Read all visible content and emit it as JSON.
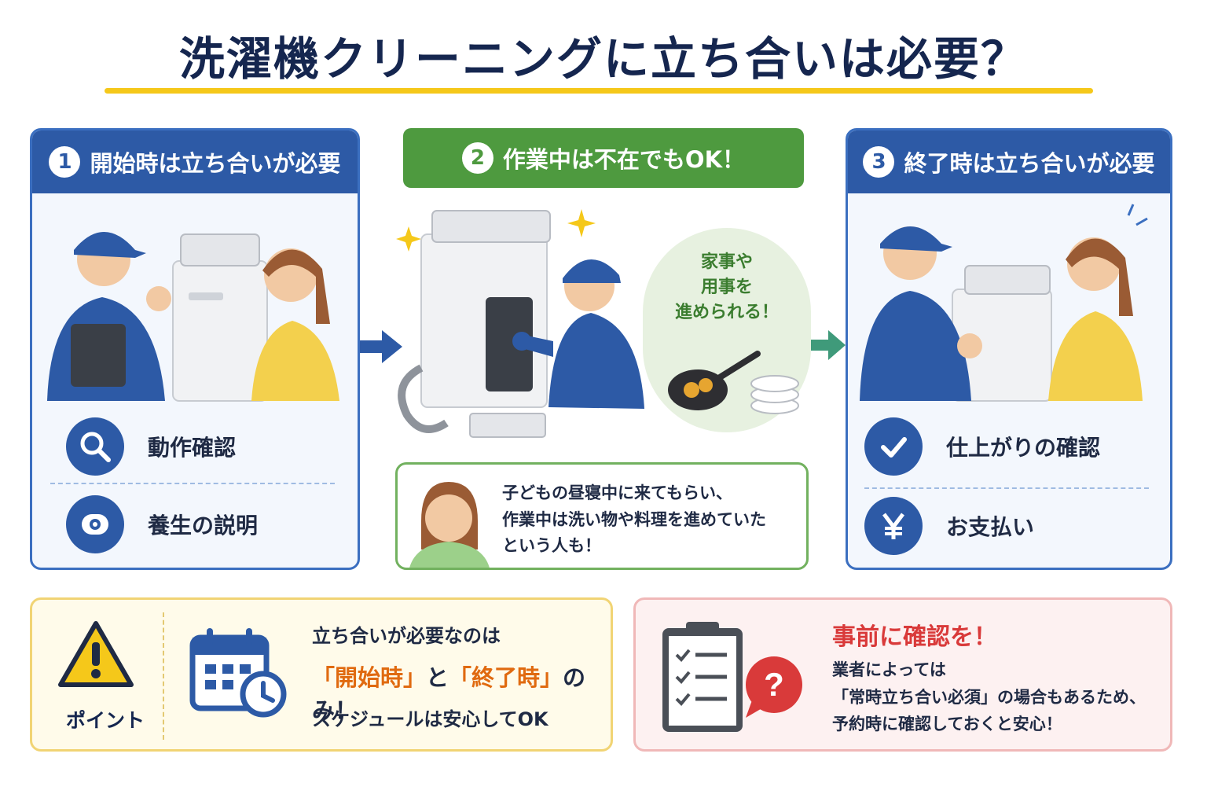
{
  "title": "洗濯機クリーニングに立ち合いは必要？",
  "steps": [
    {
      "number": "1",
      "header": "開始時は立ち合いが必要",
      "items": [
        {
          "label": "動作確認",
          "icon": "search-icon"
        },
        {
          "label": "養生の説明",
          "icon": "tape-roll-icon"
        }
      ]
    },
    {
      "number": "2",
      "header": "作業中は不在でもOK！",
      "bubble": [
        "家事や",
        "用事を",
        "進められる！"
      ],
      "quote": [
        "子どもの昼寝中に来てもらい、",
        "作業中は洗い物や料理を進めていた",
        "という人も！"
      ]
    },
    {
      "number": "3",
      "header": "終了時は立ち合いが必要",
      "items": [
        {
          "label": "仕上がりの確認",
          "icon": "check-icon"
        },
        {
          "label": "お支払い",
          "icon": "yen-icon"
        }
      ]
    }
  ],
  "point": {
    "label": "ポイント",
    "line1": "立ち合いが必要なのは",
    "line2_start": "「開始時」",
    "line2_mid": "と",
    "line2_end": "「終了時」",
    "line2_tail": "のみ！",
    "line3": "スケジュールは安心してOK"
  },
  "confirm": {
    "title": "事前に確認を！",
    "lines": [
      "業者によっては",
      "「常時立ち合い必須」の場合もあるため、",
      "予約時に確認しておくと安心！"
    ]
  },
  "colors": {
    "navy": "#15264f",
    "blue": "#2d5aa6",
    "green": "#4e9a3f",
    "yellow": "#f5c81a",
    "orange": "#e06a10",
    "red": "#d93a3a"
  }
}
